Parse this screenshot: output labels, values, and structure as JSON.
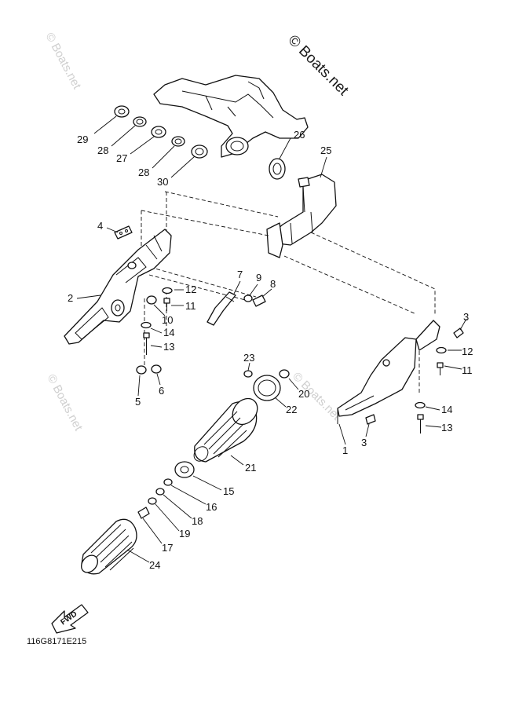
{
  "diagram": {
    "watermark_main": "© Boats.net",
    "watermark_faint": "© Boats.net",
    "drawing_code": "116G8171E215",
    "fwd_label": "FWD",
    "callouts": [
      {
        "id": "p29",
        "label": "29"
      },
      {
        "id": "p28a",
        "label": "28"
      },
      {
        "id": "p27",
        "label": "27"
      },
      {
        "id": "p28b",
        "label": "28"
      },
      {
        "id": "p30",
        "label": "30"
      },
      {
        "id": "p26",
        "label": "26"
      },
      {
        "id": "p25",
        "label": "25"
      },
      {
        "id": "p4",
        "label": "4"
      },
      {
        "id": "p2",
        "label": "2"
      },
      {
        "id": "p7",
        "label": "7"
      },
      {
        "id": "p9",
        "label": "9"
      },
      {
        "id": "p8",
        "label": "8"
      },
      {
        "id": "p12a",
        "label": "12"
      },
      {
        "id": "p11a",
        "label": "11"
      },
      {
        "id": "p10",
        "label": "10"
      },
      {
        "id": "p14a",
        "label": "14"
      },
      {
        "id": "p13a",
        "label": "13"
      },
      {
        "id": "p5",
        "label": "5"
      },
      {
        "id": "p6",
        "label": "6"
      },
      {
        "id": "p23",
        "label": "23"
      },
      {
        "id": "p20",
        "label": "20"
      },
      {
        "id": "p22",
        "label": "22"
      },
      {
        "id": "p21",
        "label": "21"
      },
      {
        "id": "p15",
        "label": "15"
      },
      {
        "id": "p16",
        "label": "16"
      },
      {
        "id": "p18",
        "label": "18"
      },
      {
        "id": "p19",
        "label": "19"
      },
      {
        "id": "p17",
        "label": "17"
      },
      {
        "id": "p24",
        "label": "24"
      },
      {
        "id": "p3a",
        "label": "3"
      },
      {
        "id": "p12b",
        "label": "12"
      },
      {
        "id": "p11b",
        "label": "11"
      },
      {
        "id": "p14b",
        "label": "14"
      },
      {
        "id": "p3b",
        "label": "3"
      },
      {
        "id": "p13b",
        "label": "13"
      },
      {
        "id": "p1",
        "label": "1"
      }
    ]
  }
}
